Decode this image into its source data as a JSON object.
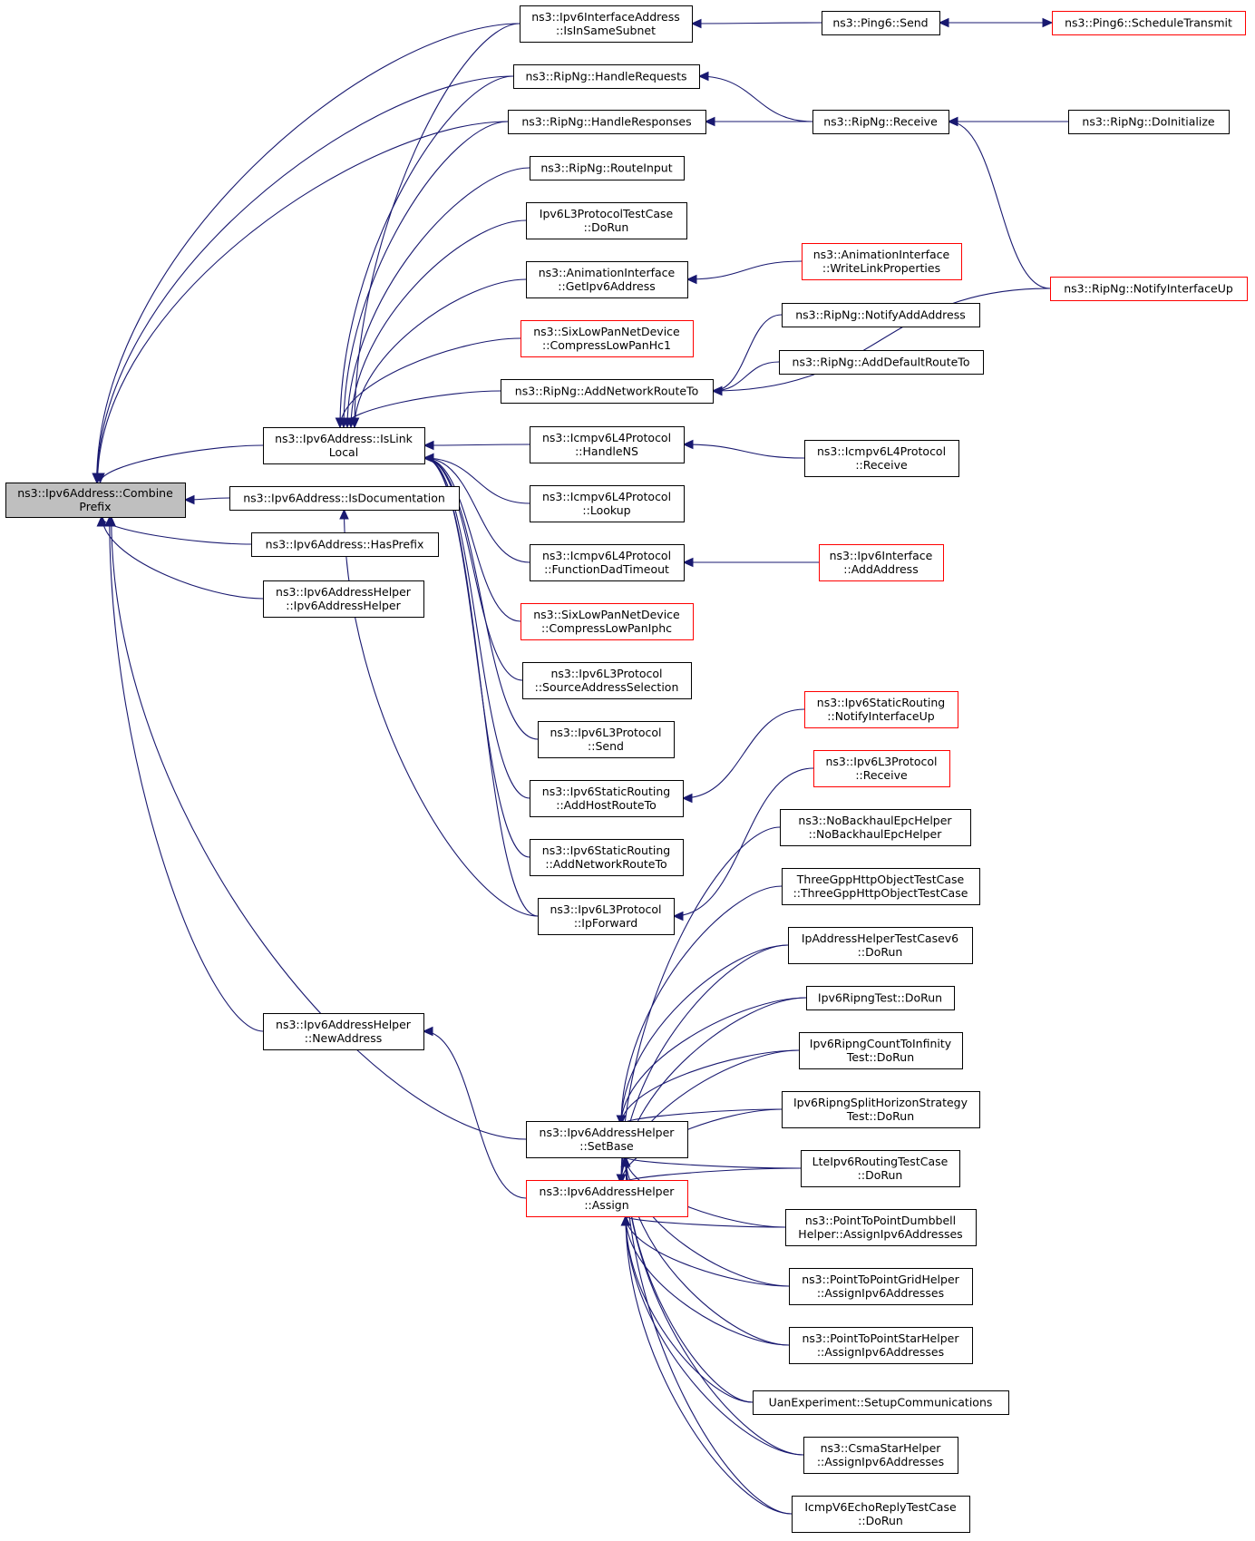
{
  "colors": {
    "edge": "#191970",
    "border_normal": "#000000",
    "border_truncated": "#ff0000",
    "root_fill": "#bfbfbf",
    "node_fill": "#ffffff"
  },
  "nodes": [
    {
      "id": "combine",
      "lines": [
        "ns3::Ipv6Address::Combine",
        "Prefix"
      ],
      "variant": "root"
    },
    {
      "id": "islinklocal",
      "lines": [
        "ns3::Ipv6Address::IsLink",
        "Local"
      ],
      "variant": "normal"
    },
    {
      "id": "isdoc",
      "lines": [
        "ns3::Ipv6Address::IsDocumentation"
      ],
      "variant": "normal"
    },
    {
      "id": "hasprefix",
      "lines": [
        "ns3::Ipv6Address::HasPrefix"
      ],
      "variant": "normal"
    },
    {
      "id": "addrhelperctor",
      "lines": [
        "ns3::Ipv6AddressHelper",
        "::Ipv6AddressHelper"
      ],
      "variant": "normal"
    },
    {
      "id": "newaddress",
      "lines": [
        "ns3::Ipv6AddressHelper",
        "::NewAddress"
      ],
      "variant": "normal"
    },
    {
      "id": "issamesubnet",
      "lines": [
        "ns3::Ipv6InterfaceAddress",
        "::IsInSameSubnet"
      ],
      "variant": "normal"
    },
    {
      "id": "handlerequests",
      "lines": [
        "ns3::RipNg::HandleRequests"
      ],
      "variant": "normal"
    },
    {
      "id": "handleresponses",
      "lines": [
        "ns3::RipNg::HandleResponses"
      ],
      "variant": "normal"
    },
    {
      "id": "routeinput",
      "lines": [
        "ns3::RipNg::RouteInput"
      ],
      "variant": "normal"
    },
    {
      "id": "ipv6l3test",
      "lines": [
        "Ipv6L3ProtocolTestCase",
        "::DoRun"
      ],
      "variant": "normal"
    },
    {
      "id": "getipv6address",
      "lines": [
        "ns3::AnimationInterface",
        "::GetIpv6Address"
      ],
      "variant": "normal"
    },
    {
      "id": "compresshc1",
      "lines": [
        "ns3::SixLowPanNetDevice",
        "::CompressLowPanHc1"
      ],
      "variant": "truncated"
    },
    {
      "id": "addnetworkroute",
      "lines": [
        "ns3::RipNg::AddNetworkRouteTo"
      ],
      "variant": "normal"
    },
    {
      "id": "handlens",
      "lines": [
        "ns3::Icmpv6L4Protocol",
        "::HandleNS"
      ],
      "variant": "normal"
    },
    {
      "id": "lookup",
      "lines": [
        "ns3::Icmpv6L4Protocol",
        "::Lookup"
      ],
      "variant": "normal"
    },
    {
      "id": "dadtimeout",
      "lines": [
        "ns3::Icmpv6L4Protocol",
        "::FunctionDadTimeout"
      ],
      "variant": "normal"
    },
    {
      "id": "compressiphc",
      "lines": [
        "ns3::SixLowPanNetDevice",
        "::CompressLowPanIphc"
      ],
      "variant": "truncated"
    },
    {
      "id": "srcaddrsel",
      "lines": [
        "ns3::Ipv6L3Protocol",
        "::SourceAddressSelection"
      ],
      "variant": "normal"
    },
    {
      "id": "l3send",
      "lines": [
        "ns3::Ipv6L3Protocol",
        "::Send"
      ],
      "variant": "normal"
    },
    {
      "id": "addhostroute",
      "lines": [
        "ns3::Ipv6StaticRouting",
        "::AddHostRouteTo"
      ],
      "variant": "normal"
    },
    {
      "id": "staticaddnetroute",
      "lines": [
        "ns3::Ipv6StaticRouting",
        "::AddNetworkRouteTo"
      ],
      "variant": "normal"
    },
    {
      "id": "ipforward",
      "lines": [
        "ns3::Ipv6L3Protocol",
        "::IpForward"
      ],
      "variant": "normal"
    },
    {
      "id": "setbase",
      "lines": [
        "ns3::Ipv6AddressHelper",
        "::SetBase"
      ],
      "variant": "normal"
    },
    {
      "id": "assign",
      "lines": [
        "ns3::Ipv6AddressHelper",
        "::Assign"
      ],
      "variant": "truncated"
    },
    {
      "id": "ping6send",
      "lines": [
        "ns3::Ping6::Send"
      ],
      "variant": "normal"
    },
    {
      "id": "ripreceive",
      "lines": [
        "ns3::RipNg::Receive"
      ],
      "variant": "normal"
    },
    {
      "id": "writelinkprops",
      "lines": [
        "ns3::AnimationInterface",
        "::WriteLinkProperties"
      ],
      "variant": "truncated"
    },
    {
      "id": "notifyaddaddress",
      "lines": [
        "ns3::RipNg::NotifyAddAddress"
      ],
      "variant": "normal"
    },
    {
      "id": "adddefaultroute",
      "lines": [
        "ns3::RipNg::AddDefaultRouteTo"
      ],
      "variant": "normal"
    },
    {
      "id": "icmpreceive",
      "lines": [
        "ns3::Icmpv6L4Protocol",
        "::Receive"
      ],
      "variant": "normal"
    },
    {
      "id": "ifaceaddaddress",
      "lines": [
        "ns3::Ipv6Interface",
        "::AddAddress"
      ],
      "variant": "truncated"
    },
    {
      "id": "staticnotifyup",
      "lines": [
        "ns3::Ipv6StaticRouting",
        "::NotifyInterfaceUp"
      ],
      "variant": "truncated"
    },
    {
      "id": "l3receive",
      "lines": [
        "ns3::Ipv6L3Protocol",
        "::Receive"
      ],
      "variant": "truncated"
    },
    {
      "id": "nobackhaul",
      "lines": [
        "ns3::NoBackhaulEpcHelper",
        "::NoBackhaulEpcHelper"
      ],
      "variant": "normal"
    },
    {
      "id": "threegpp",
      "lines": [
        "ThreeGppHttpObjectTestCase",
        "::ThreeGppHttpObjectTestCase"
      ],
      "variant": "normal"
    },
    {
      "id": "iphelpertest",
      "lines": [
        "IpAddressHelperTestCasev6",
        "::DoRun"
      ],
      "variant": "normal"
    },
    {
      "id": "ripngtest",
      "lines": [
        "Ipv6RipngTest::DoRun"
      ],
      "variant": "normal"
    },
    {
      "id": "ripngcount",
      "lines": [
        "Ipv6RipngCountToInfinity",
        "Test::DoRun"
      ],
      "variant": "normal"
    },
    {
      "id": "ripngsplit",
      "lines": [
        "Ipv6RipngSplitHorizonStrategy",
        "Test::DoRun"
      ],
      "variant": "normal"
    },
    {
      "id": "lteipv6",
      "lines": [
        "LteIpv6RoutingTestCase",
        "::DoRun"
      ],
      "variant": "normal"
    },
    {
      "id": "p2pdumbbell",
      "lines": [
        "ns3::PointToPointDumbbell",
        "Helper::AssignIpv6Addresses"
      ],
      "variant": "normal"
    },
    {
      "id": "p2pgrid",
      "lines": [
        "ns3::PointToPointGridHelper",
        "::AssignIpv6Addresses"
      ],
      "variant": "normal"
    },
    {
      "id": "p2pstar",
      "lines": [
        "ns3::PointToPointStarHelper",
        "::AssignIpv6Addresses"
      ],
      "variant": "normal"
    },
    {
      "id": "uanexp",
      "lines": [
        "UanExperiment::SetupCommunications"
      ],
      "variant": "normal"
    },
    {
      "id": "csmastar",
      "lines": [
        "ns3::CsmaStarHelper",
        "::AssignIpv6Addresses"
      ],
      "variant": "normal"
    },
    {
      "id": "icmpecho",
      "lines": [
        "IcmpV6EchoReplyTestCase",
        "::DoRun"
      ],
      "variant": "normal"
    },
    {
      "id": "ping6schedule",
      "lines": [
        "ns3::Ping6::ScheduleTransmit"
      ],
      "variant": "truncated"
    },
    {
      "id": "ripinit",
      "lines": [
        "ns3::RipNg::DoInitialize"
      ],
      "variant": "normal"
    },
    {
      "id": "ripnotifyup",
      "lines": [
        "ns3::RipNg::NotifyInterfaceUp"
      ],
      "variant": "truncated"
    }
  ],
  "edges": [
    [
      "islinklocal",
      "combine"
    ],
    [
      "isdoc",
      "combine"
    ],
    [
      "hasprefix",
      "combine"
    ],
    [
      "addrhelperctor",
      "combine"
    ],
    [
      "newaddress",
      "combine"
    ],
    [
      "issamesubnet",
      "combine"
    ],
    [
      "handlerequests",
      "combine"
    ],
    [
      "handleresponses",
      "combine"
    ],
    [
      "setbase",
      "combine"
    ],
    [
      "issamesubnet",
      "islinklocal"
    ],
    [
      "handlerequests",
      "islinklocal"
    ],
    [
      "handleresponses",
      "islinklocal"
    ],
    [
      "routeinput",
      "islinklocal"
    ],
    [
      "ipv6l3test",
      "islinklocal"
    ],
    [
      "getipv6address",
      "islinklocal"
    ],
    [
      "compresshc1",
      "islinklocal"
    ],
    [
      "addnetworkroute",
      "islinklocal"
    ],
    [
      "handlens",
      "islinklocal"
    ],
    [
      "lookup",
      "islinklocal"
    ],
    [
      "dadtimeout",
      "islinklocal"
    ],
    [
      "compressiphc",
      "islinklocal"
    ],
    [
      "srcaddrsel",
      "islinklocal"
    ],
    [
      "l3send",
      "islinklocal"
    ],
    [
      "addhostroute",
      "islinklocal"
    ],
    [
      "staticaddnetroute",
      "islinklocal"
    ],
    [
      "ipforward",
      "islinklocal"
    ],
    [
      "ipforward",
      "isdoc"
    ],
    [
      "assign",
      "newaddress"
    ],
    [
      "ping6send",
      "issamesubnet"
    ],
    [
      "ripreceive",
      "handlerequests"
    ],
    [
      "ripreceive",
      "handleresponses"
    ],
    [
      "writelinkprops",
      "getipv6address"
    ],
    [
      "notifyaddaddress",
      "addnetworkroute"
    ],
    [
      "adddefaultroute",
      "addnetworkroute"
    ],
    [
      "ripnotifyup",
      "addnetworkroute"
    ],
    [
      "icmpreceive",
      "handlens"
    ],
    [
      "ifaceaddaddress",
      "dadtimeout"
    ],
    [
      "staticnotifyup",
      "addhostroute"
    ],
    [
      "l3receive",
      "ipforward"
    ],
    [
      "ping6schedule",
      "ping6send"
    ],
    [
      "ping6send",
      "ping6schedule"
    ],
    [
      "ripinit",
      "ripreceive"
    ],
    [
      "ripnotifyup",
      "ripreceive"
    ],
    [
      "nobackhaul",
      "assign"
    ],
    [
      "threegpp",
      "setbase"
    ],
    [
      "iphelpertest",
      "setbase"
    ],
    [
      "iphelpertest",
      "assign"
    ],
    [
      "ripngtest",
      "setbase"
    ],
    [
      "ripngtest",
      "assign"
    ],
    [
      "ripngcount",
      "setbase"
    ],
    [
      "ripngcount",
      "assign"
    ],
    [
      "ripngsplit",
      "setbase"
    ],
    [
      "ripngsplit",
      "assign"
    ],
    [
      "lteipv6",
      "setbase"
    ],
    [
      "lteipv6",
      "assign"
    ],
    [
      "p2pdumbbell",
      "setbase"
    ],
    [
      "p2pdumbbell",
      "assign"
    ],
    [
      "p2pgrid",
      "setbase"
    ],
    [
      "p2pgrid",
      "assign"
    ],
    [
      "p2pstar",
      "setbase"
    ],
    [
      "p2pstar",
      "assign"
    ],
    [
      "uanexp",
      "setbase"
    ],
    [
      "uanexp",
      "assign"
    ],
    [
      "csmastar",
      "setbase"
    ],
    [
      "csmastar",
      "assign"
    ],
    [
      "icmpecho",
      "setbase"
    ],
    [
      "icmpecho",
      "assign"
    ]
  ]
}
